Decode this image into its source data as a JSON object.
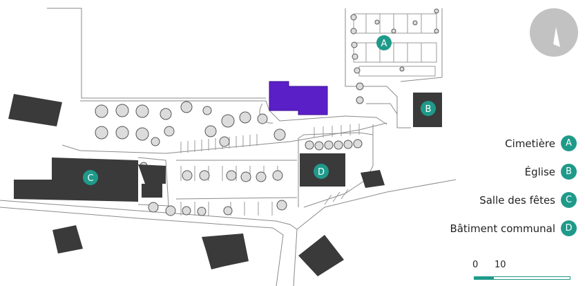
{
  "colors": {
    "accent": "#1f9a8a",
    "building": "#3a3a3a",
    "church": "#5b1fc7",
    "compass_bg": "#c2c2c2",
    "line": "#8a8a8a"
  },
  "icons": {
    "compass": "north-arrow-icon"
  },
  "markers": [
    {
      "letter": "A"
    },
    {
      "letter": "B"
    },
    {
      "letter": "C"
    },
    {
      "letter": "D"
    }
  ],
  "legend": [
    {
      "label": "Cimetière",
      "letter": "A"
    },
    {
      "label": "Église",
      "letter": "B"
    },
    {
      "label": "Salle des fêtes",
      "letter": "C"
    },
    {
      "label": "Bâtiment communal",
      "letter": "D"
    }
  ],
  "scale": {
    "start_label": "0",
    "end_label": "10"
  }
}
